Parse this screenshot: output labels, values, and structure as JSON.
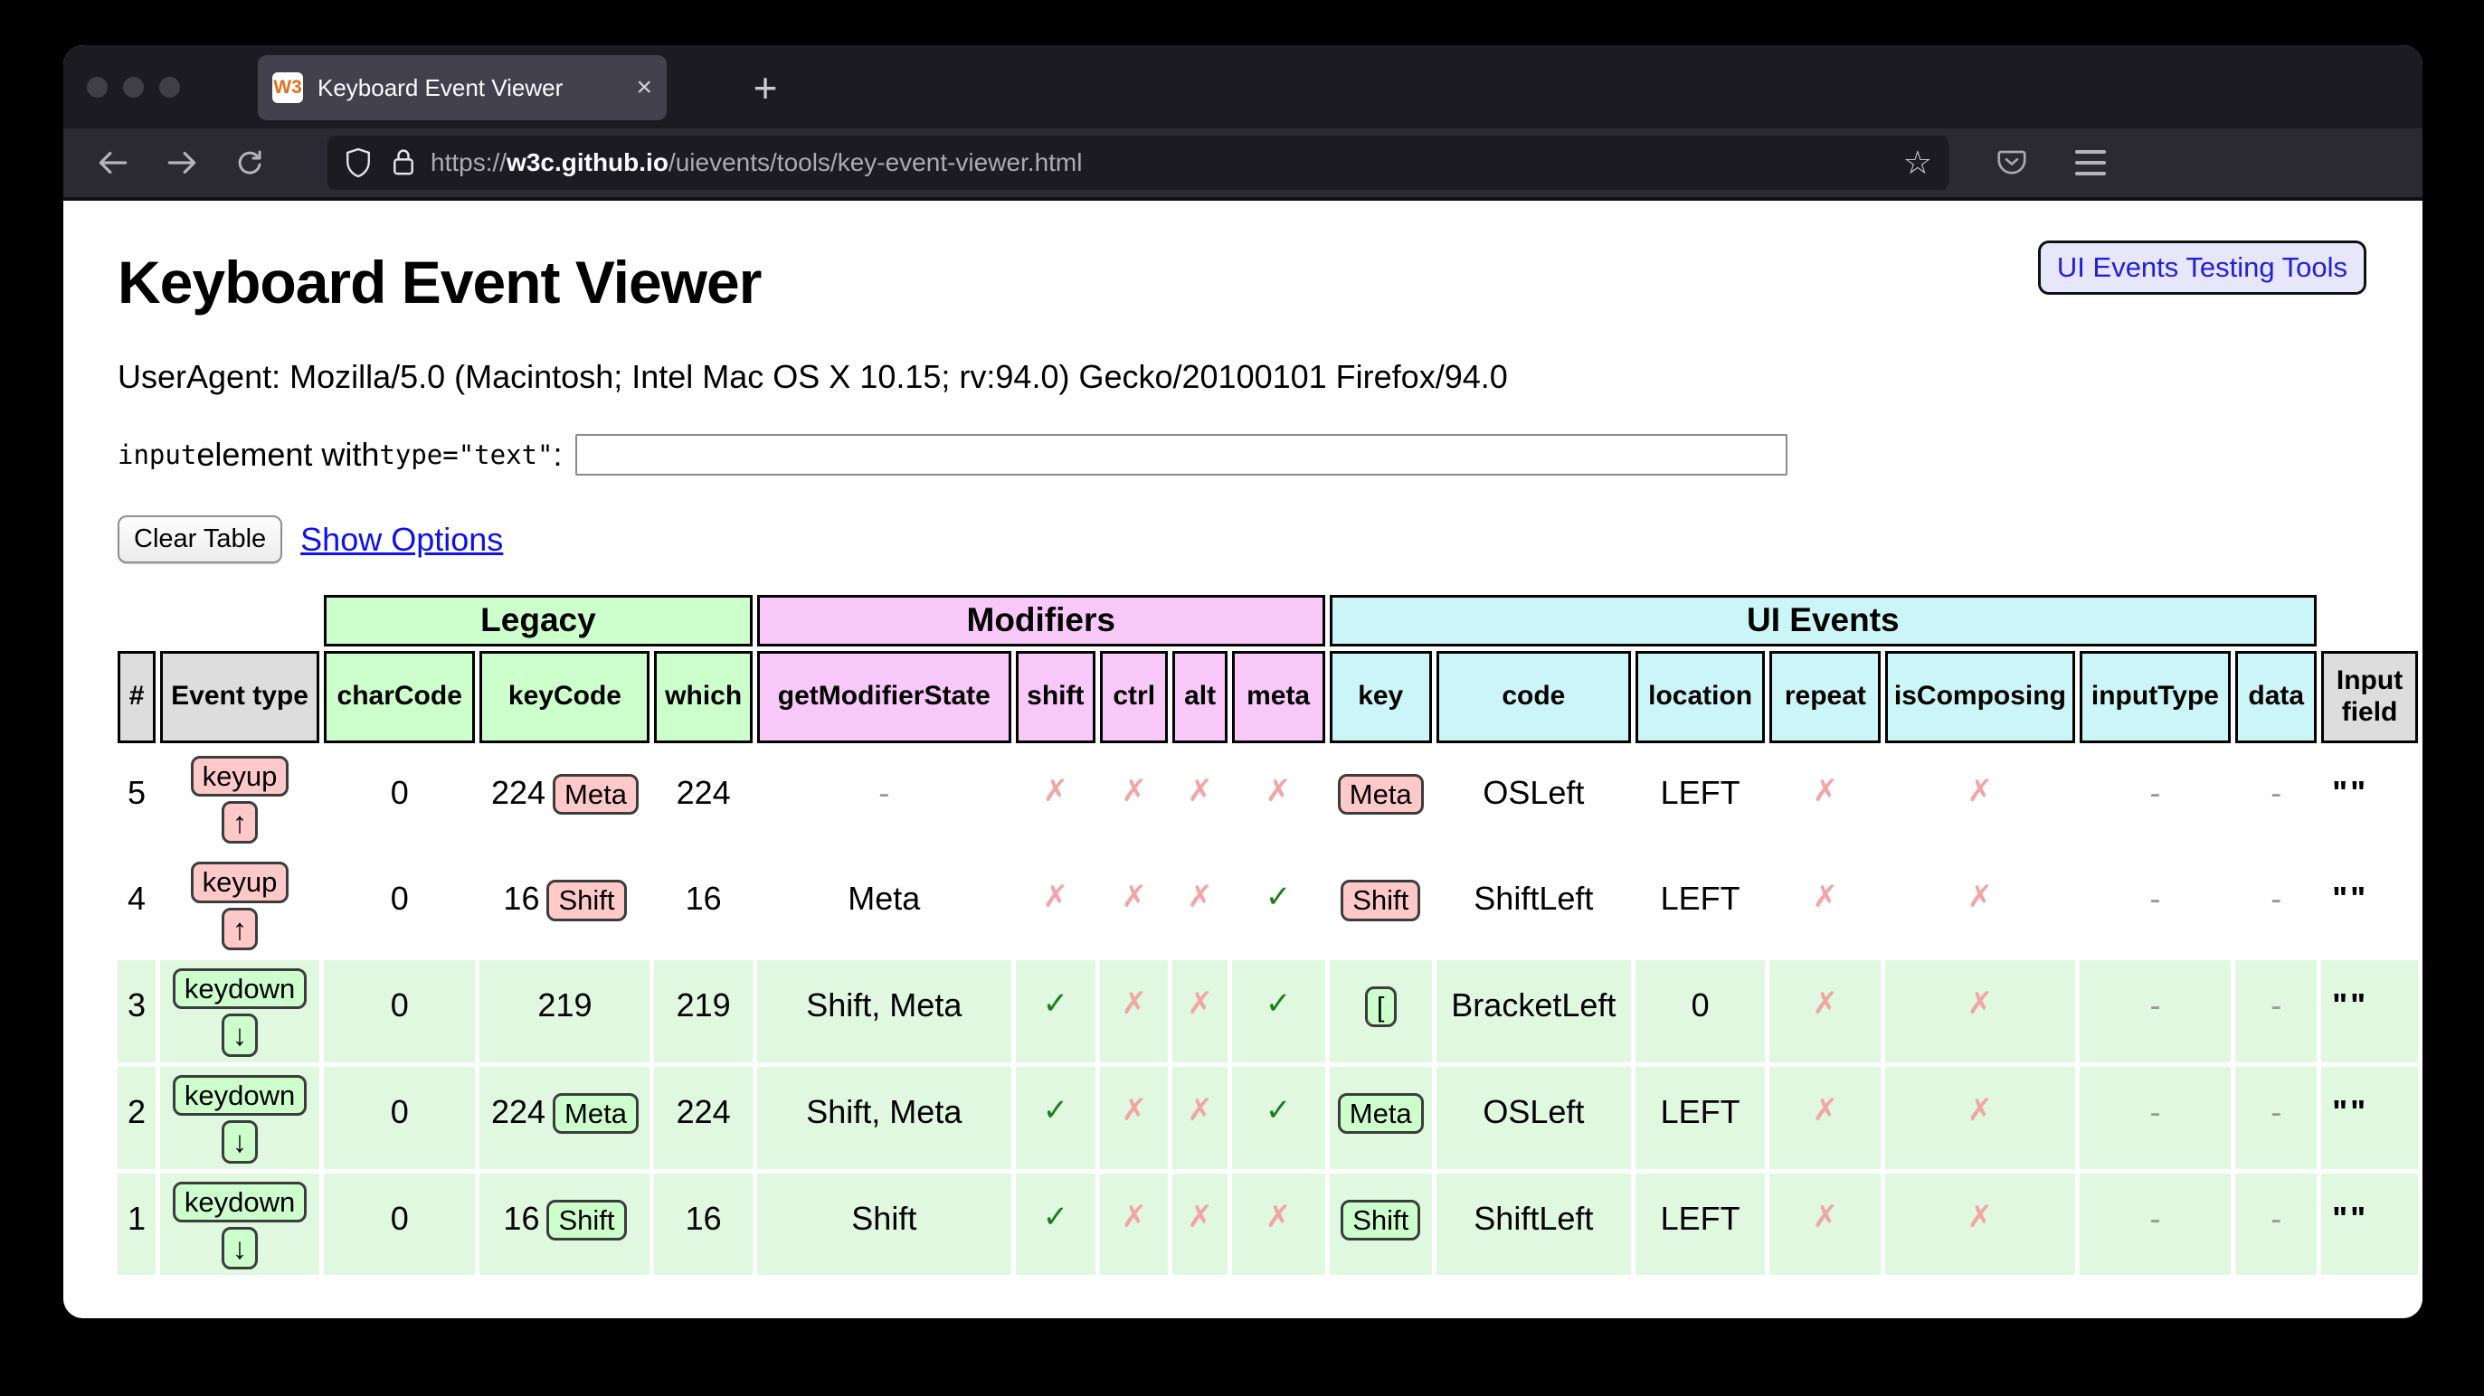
{
  "browser": {
    "tab_title": "Keyboard Event Viewer",
    "url_scheme": "https://",
    "url_host": "w3c.github.io",
    "url_path": "/uievents/tools/key-event-viewer.html",
    "favicon_text": "W3",
    "icons": {
      "close": "×",
      "new_tab": "+",
      "star": "☆",
      "back": "back-arrow",
      "forward": "forward-arrow",
      "reload": "reload-circle",
      "shield": "tracking-protection-shield",
      "lock": "https-lock",
      "pocket": "pocket",
      "menu": "hamburger-menu"
    }
  },
  "page": {
    "title": "Keyboard Event Viewer",
    "tools_button_label": "UI Events Testing Tools",
    "useragent": "UserAgent: Mozilla/5.0 (Macintosh; Intel Mac OS X 10.15; rv:94.0) Gecko/20100101 Firefox/94.0",
    "input_label": {
      "code1": "input",
      "mid": " element with ",
      "code2": "type=\"text\"",
      "colon": ":"
    },
    "input_value": "",
    "clear_button_label": "Clear Table",
    "show_options_label": "Show Options"
  },
  "colors": {
    "legacy": "#ccffcc",
    "modifiers": "#f8c8f8",
    "uievents": "#ccf5f7",
    "hdr-grey": "#dddddd",
    "row-green": "#e0f7e0",
    "badge-pink": "#ffc9c9",
    "badge-green": "#ccffcc",
    "check": "#1e7d1e",
    "cross": "#f2a5a5"
  },
  "table": {
    "groups": [
      {
        "label": "Legacy"
      },
      {
        "label": "Modifiers"
      },
      {
        "label": "UI Events"
      }
    ],
    "columns": [
      "#",
      "Event type",
      "charCode",
      "keyCode",
      "which",
      "getModifierState",
      "shift",
      "ctrl",
      "alt",
      "meta",
      "key",
      "code",
      "location",
      "repeat",
      "isComposing",
      "inputType",
      "data",
      "Input field"
    ],
    "marks": {
      "yes": "✓",
      "no": "✗",
      "none": "-",
      "quote": "\"\""
    },
    "rows": [
      {
        "num": "5",
        "type": "keyup",
        "arrow": "↑",
        "charCode": "0",
        "keyCode": "224",
        "keyCodeBadge": "Meta",
        "which": "224",
        "getModifierState": "-",
        "shift": false,
        "ctrl": false,
        "alt": false,
        "meta": false,
        "key": "Meta",
        "code": "OSLeft",
        "location": "LEFT",
        "repeat": false,
        "isComposing": false,
        "inputType": "-",
        "data": "-",
        "inputField": "\"\""
      },
      {
        "num": "4",
        "type": "keyup",
        "arrow": "↑",
        "charCode": "0",
        "keyCode": "16",
        "keyCodeBadge": "Shift",
        "which": "16",
        "getModifierState": "Meta",
        "shift": false,
        "ctrl": false,
        "alt": false,
        "meta": true,
        "key": "Shift",
        "code": "ShiftLeft",
        "location": "LEFT",
        "repeat": false,
        "isComposing": false,
        "inputType": "-",
        "data": "-",
        "inputField": "\"\""
      },
      {
        "num": "3",
        "type": "keydown",
        "arrow": "↓",
        "charCode": "0",
        "keyCode": "219",
        "keyCodeBadge": null,
        "which": "219",
        "getModifierState": "Shift, Meta",
        "shift": true,
        "ctrl": false,
        "alt": false,
        "meta": true,
        "key": "[",
        "code": "BracketLeft",
        "location": "0",
        "repeat": false,
        "isComposing": false,
        "inputType": "-",
        "data": "-",
        "inputField": "\"\""
      },
      {
        "num": "2",
        "type": "keydown",
        "arrow": "↓",
        "charCode": "0",
        "keyCode": "224",
        "keyCodeBadge": "Meta",
        "which": "224",
        "getModifierState": "Shift, Meta",
        "shift": true,
        "ctrl": false,
        "alt": false,
        "meta": true,
        "key": "Meta",
        "code": "OSLeft",
        "location": "LEFT",
        "repeat": false,
        "isComposing": false,
        "inputType": "-",
        "data": "-",
        "inputField": "\"\""
      },
      {
        "num": "1",
        "type": "keydown",
        "arrow": "↓",
        "charCode": "0",
        "keyCode": "16",
        "keyCodeBadge": "Shift",
        "which": "16",
        "getModifierState": "Shift",
        "shift": true,
        "ctrl": false,
        "alt": false,
        "meta": false,
        "key": "Shift",
        "code": "ShiftLeft",
        "location": "LEFT",
        "repeat": false,
        "isComposing": false,
        "inputType": "-",
        "data": "-",
        "inputField": "\"\""
      }
    ]
  }
}
